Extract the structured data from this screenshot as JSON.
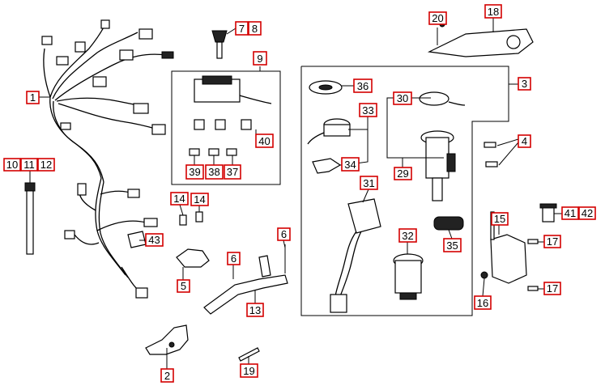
{
  "callouts": {
    "c1": "1",
    "c2": "2",
    "c3": "3",
    "c4": "4",
    "c5": "5",
    "c6a": "6",
    "c6b": "6",
    "c7": "7",
    "c8": "8",
    "c9": "9",
    "c10": "10",
    "c11": "11",
    "c12": "12",
    "c13": "13",
    "c14a": "14",
    "c14b": "14",
    "c15": "15",
    "c16": "16",
    "c17a": "17",
    "c17b": "17",
    "c18": "18",
    "c19": "19",
    "c20": "20",
    "c29": "29",
    "c30": "30",
    "c31": "31",
    "c32": "32",
    "c33": "33",
    "c34": "34",
    "c35": "35",
    "c36": "36",
    "c37": "37",
    "c38": "38",
    "c39": "39",
    "c40": "40",
    "c41": "41",
    "c42": "42",
    "c43": "43"
  },
  "colors": {
    "callout_border": "#d40000",
    "line_art": "#000000",
    "background": "#ffffff"
  }
}
